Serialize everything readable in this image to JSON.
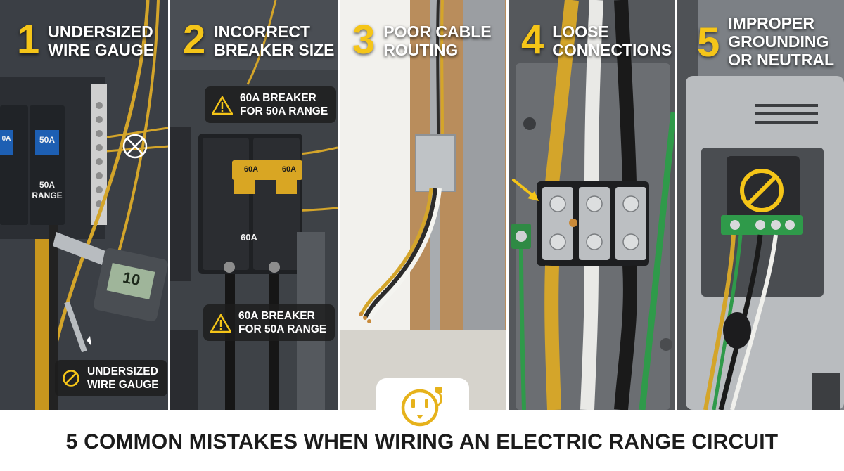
{
  "panels": [
    {
      "number": "1",
      "title": "UNDERSIZED\nWIRE GAUGE"
    },
    {
      "number": "2",
      "title": "INCORRECT\nBREAKER SIZE"
    },
    {
      "number": "3",
      "title": "POOR CABLE\nROUTING"
    },
    {
      "number": "4",
      "title": "LOOSE\nCONNECTIONS"
    },
    {
      "number": "5",
      "title": "IMPROPER\nGROUNDING\nOR NEUTRAL"
    }
  ],
  "panel1": {
    "callout": "UNDERSIZED\nWIRE GAUGE",
    "breaker_left": "0A",
    "breaker_right": "50A",
    "range_label": "50A\nRANGE",
    "caliper_reading": "10"
  },
  "panel2": {
    "callout_top": "60A BREAKER\nFOR 50A RANGE",
    "callout_bottom": "60A BREAKER\nFOR 50A RANGE",
    "handle_left": "60A",
    "handle_right": "60A",
    "body_label": "60A"
  },
  "footer": {
    "title": "5 COMMON MISTAKES WHEN WIRING AN ELECTRIC RANGE CIRCUIT"
  },
  "colors": {
    "accent": "#f5c518",
    "panel_bg_dark": "#2a2d31",
    "copper": "#c98a3a",
    "ground_green": "#2f9a4a"
  },
  "icons": [
    "warning-icon",
    "no-symbol-icon",
    "range-plug-icon",
    "crossed-circle-icon",
    "arrow-icon"
  ]
}
